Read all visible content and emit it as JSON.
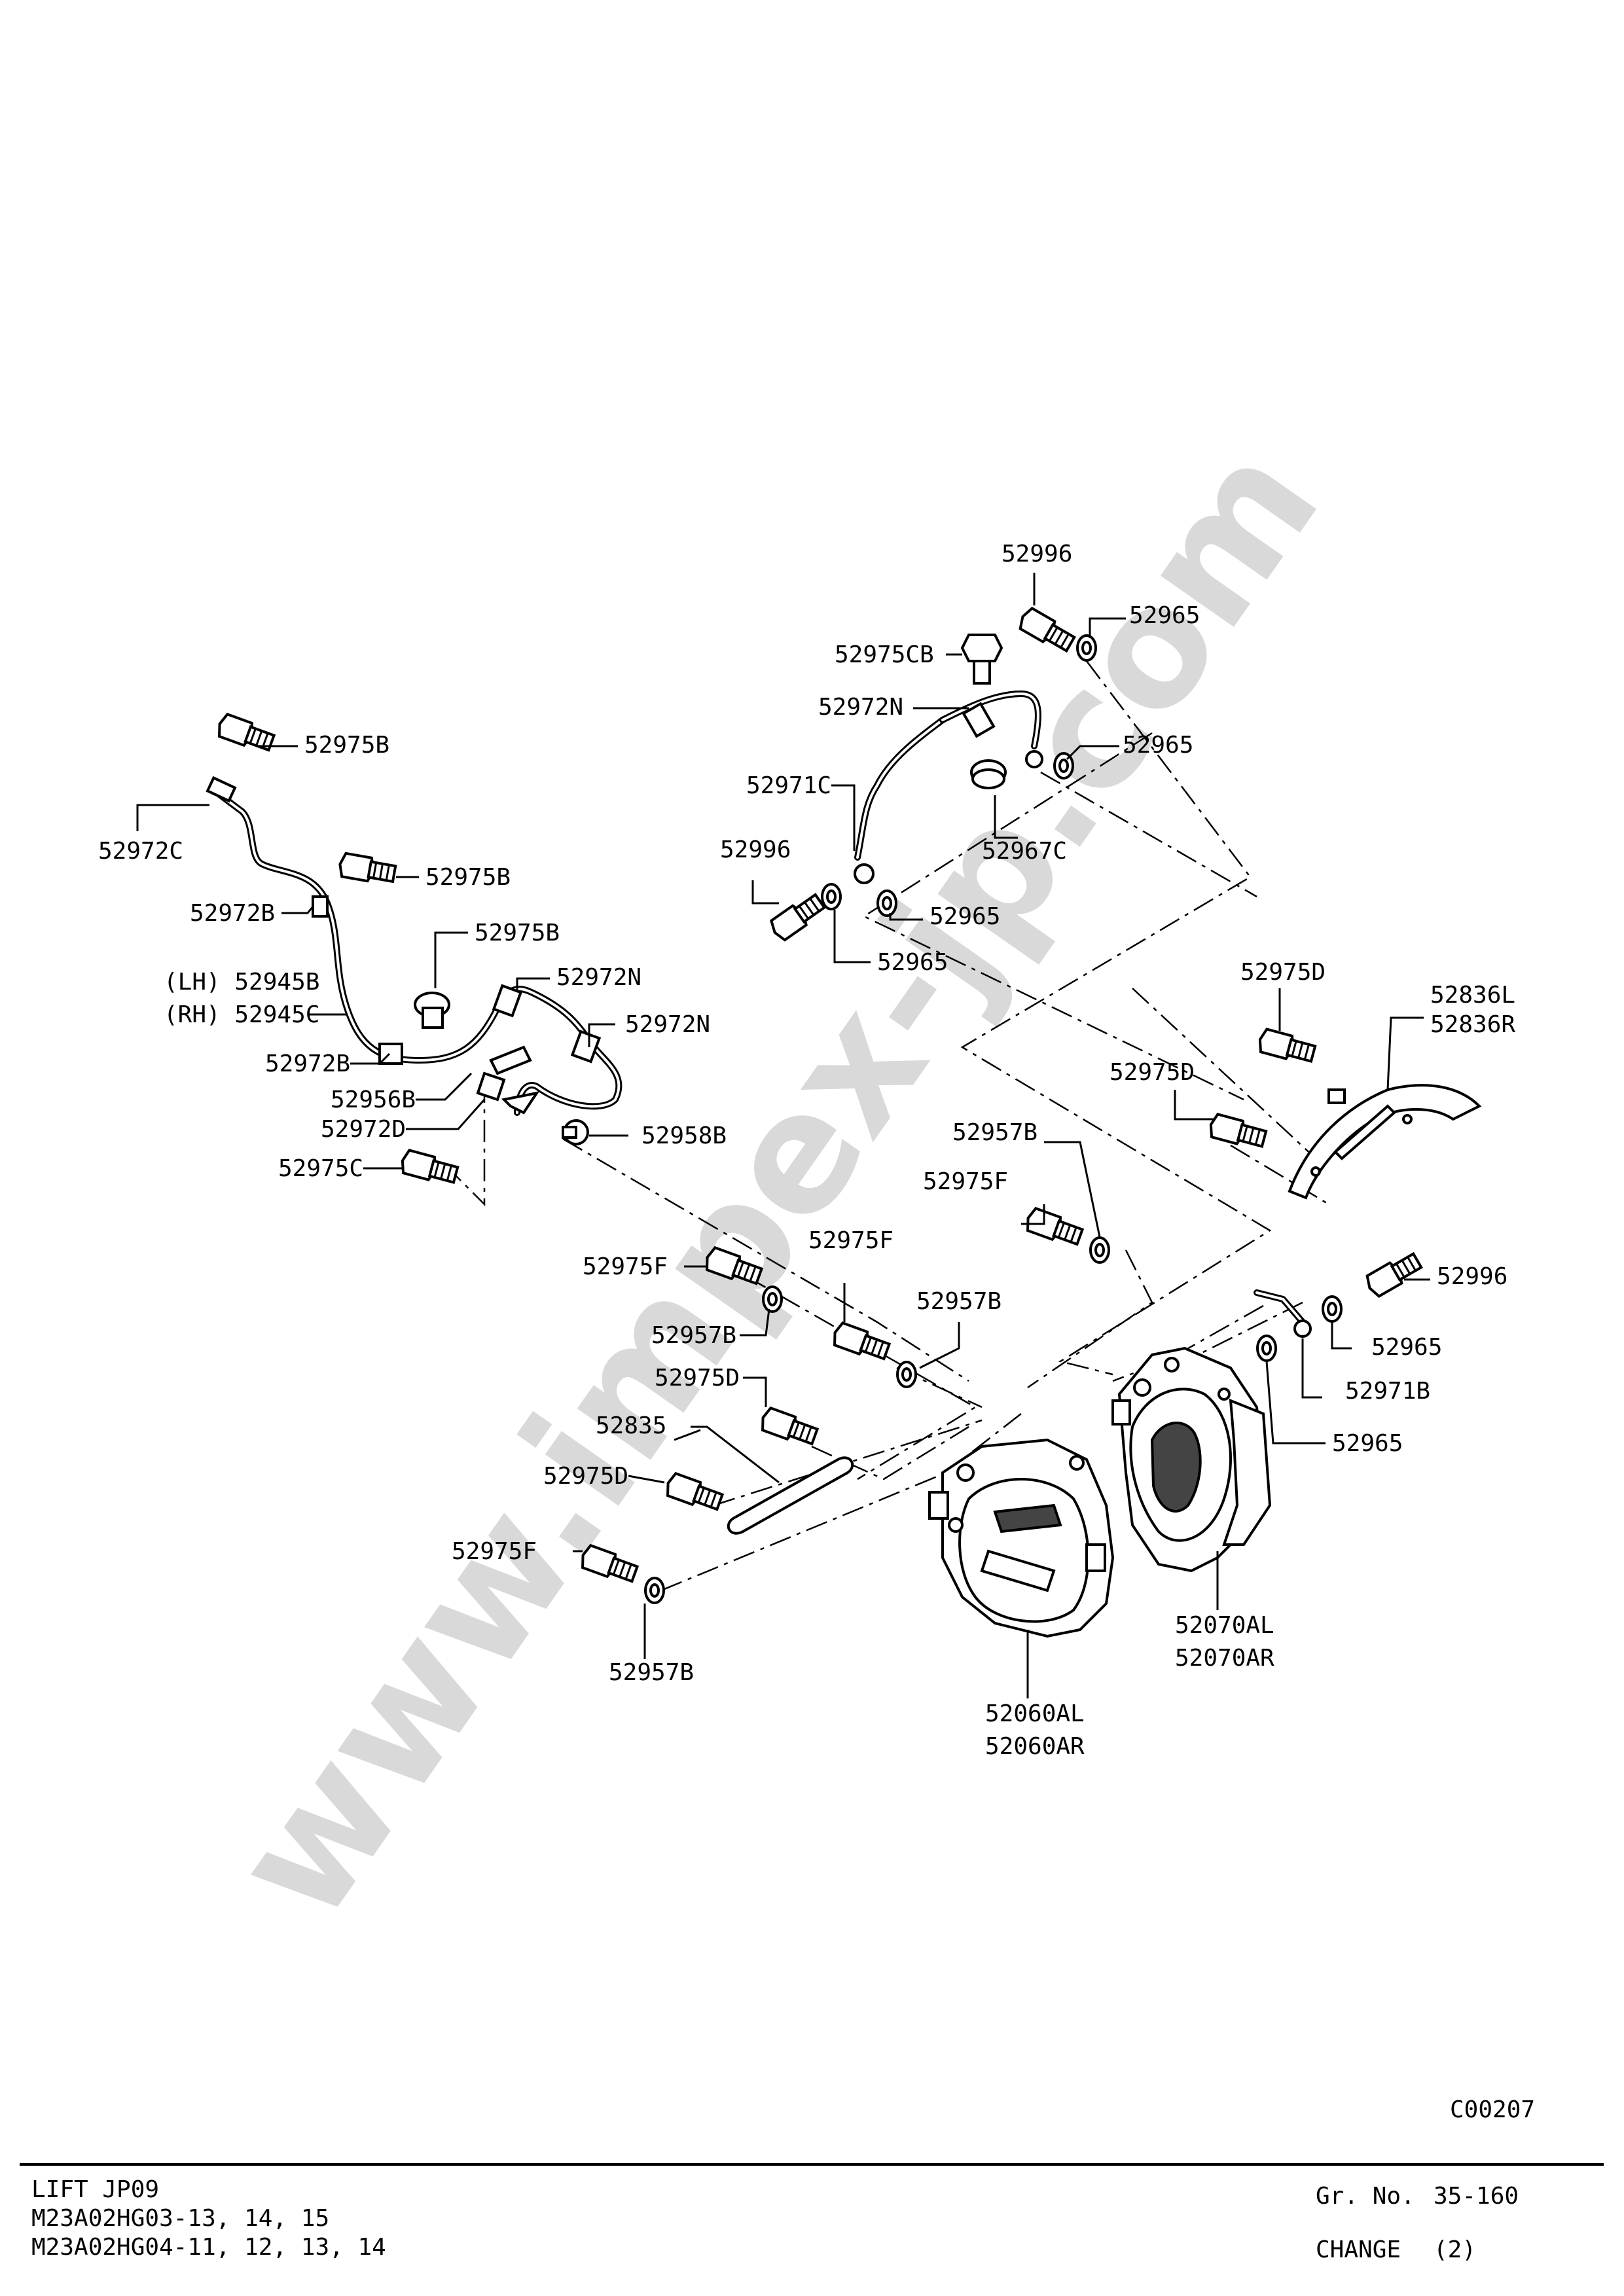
{
  "watermark": "www.impex-jp.com",
  "code": "C00207",
  "footer": {
    "model": "LIFT JP09",
    "line2": "M23A02HG03-13, 14, 15",
    "line3": "M23A02HG04-11, 12, 13, 14",
    "gr_label": "Gr. No.",
    "gr_value": "35-160",
    "change_label": "CHANGE",
    "change_value": "(2)"
  },
  "labels": {
    "l52996_top": "52996",
    "l52965_a": "52965",
    "l52975CB": "52975CB",
    "l52972N_top": "52972N",
    "l52965_b": "52965",
    "l52971C": "52971C",
    "l52967C": "52967C",
    "l52996_mid": "52996",
    "l52965_c": "52965",
    "l52965_d": "52965",
    "l52975B_a": "52975B",
    "l52972C": "52972C",
    "l52975B_b": "52975B",
    "l52972B_a": "52972B",
    "l52975B_c": "52975B",
    "l52972N_a": "52972N",
    "lh": "(LH) 52945B",
    "rh": "(RH) 52945C",
    "l52972N_b": "52972N",
    "l52972B_b": "52972B",
    "l52956B": "52956B",
    "l52972D": "52972D",
    "l52958B": "52958B",
    "l52975C": "52975C",
    "l52975D_a": "52975D",
    "l52836L": "52836L",
    "l52836R": "52836R",
    "l52975D_b": "52975D",
    "l52957B_a": "52957B",
    "l52975F_a": "52975F",
    "l52996_r": "52996",
    "l52975F_b": "52975F",
    "l52975F_c": "52975F",
    "l52957B_b": "52957B",
    "l52957B_c": "52957B",
    "l52965_e": "52965",
    "l52971B": "52971B",
    "l52975D_c": "52975D",
    "l52965_f": "52965",
    "l52835": "52835",
    "l52975D_d": "52975D",
    "l52975F_d": "52975F",
    "l52070AL": "52070AL",
    "l52070AR": "52070AR",
    "l52957B_d": "52957B",
    "l52060AL": "52060AL",
    "l52060AR": "52060AR"
  }
}
